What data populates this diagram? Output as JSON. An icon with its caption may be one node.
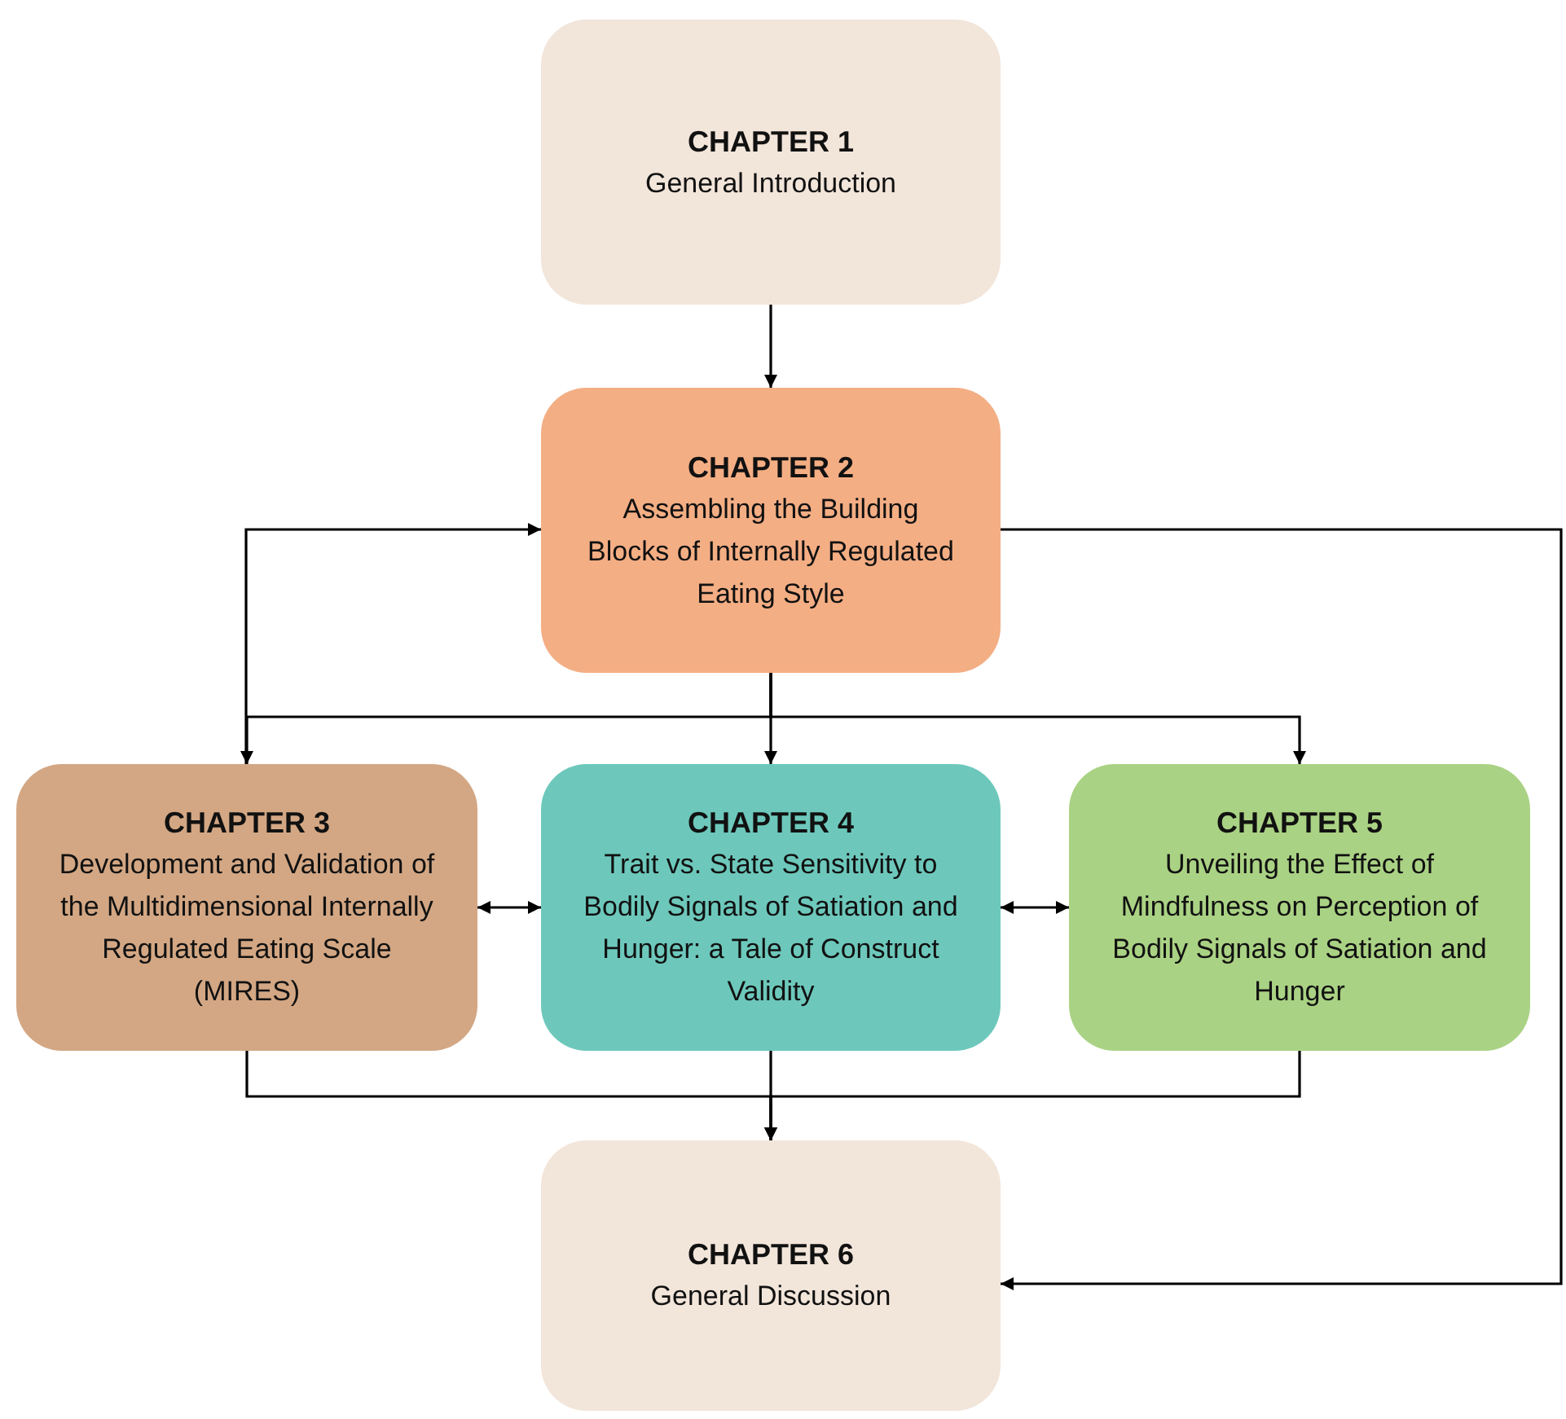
{
  "diagram": {
    "nodes": [
      {
        "text": [
          "CHAPTER 1",
          "General Introduction"
        ]
      },
      {
        "text": [
          "CHAPTER 2",
          "Assembling the Building Blocks of Internally Regulated Eating Style"
        ]
      },
      {
        "text": [
          "CHAPTER 3",
          "Development and Validation of the Multidimensional Internally Regulated Eating Scale (MIRES)"
        ]
      },
      {
        "text": [
          "CHAPTER 4",
          "Trait vs. State Sensitivity to Bodily Signals of Satiation and Hunger: a Tale of Construct Validity"
        ]
      },
      {
        "text": [
          "CHAPTER 5",
          "Unveiling the Effect of Mindfulness on Perception of Bodily Signals of Satiation and Hunger"
        ]
      },
      {
        "text": [
          "CHAPTER 6",
          "General Discussion"
        ]
      }
    ],
    "edges": [
      {
        "from": 0,
        "to": 1,
        "arrow": "to"
      },
      {
        "from": 1,
        "to": 2,
        "arrow": "to"
      },
      {
        "from": 1,
        "to": 3,
        "arrow": "to"
      },
      {
        "from": 1,
        "to": 4,
        "arrow": "to"
      },
      {
        "from": 2,
        "to": 1,
        "arrow": "to"
      },
      {
        "from": 2,
        "to": 3,
        "arrow": "both"
      },
      {
        "from": 3,
        "to": 4,
        "arrow": "both"
      },
      {
        "from": 2,
        "to": 5,
        "arrow": "to"
      },
      {
        "from": 3,
        "to": 5,
        "arrow": "to"
      },
      {
        "from": 4,
        "to": 5,
        "arrow": "to"
      },
      {
        "from": 1,
        "to": 5,
        "arrow": "to"
      }
    ]
  }
}
